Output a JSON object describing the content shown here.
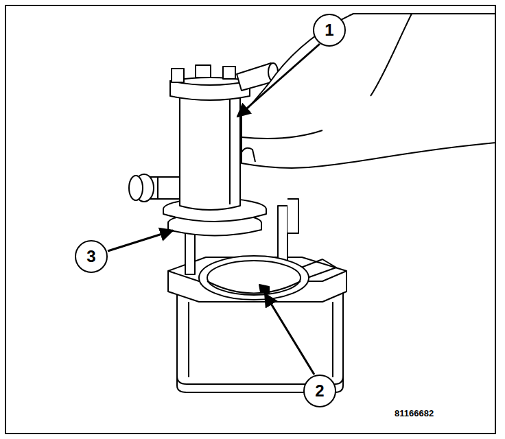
{
  "diagram": {
    "nodes": [
      {
        "text": [
          "1"
        ]
      },
      {
        "text": [
          "3"
        ]
      },
      {
        "text": [
          "2"
        ]
      }
    ],
    "labels": [
      "81166682"
    ]
  }
}
